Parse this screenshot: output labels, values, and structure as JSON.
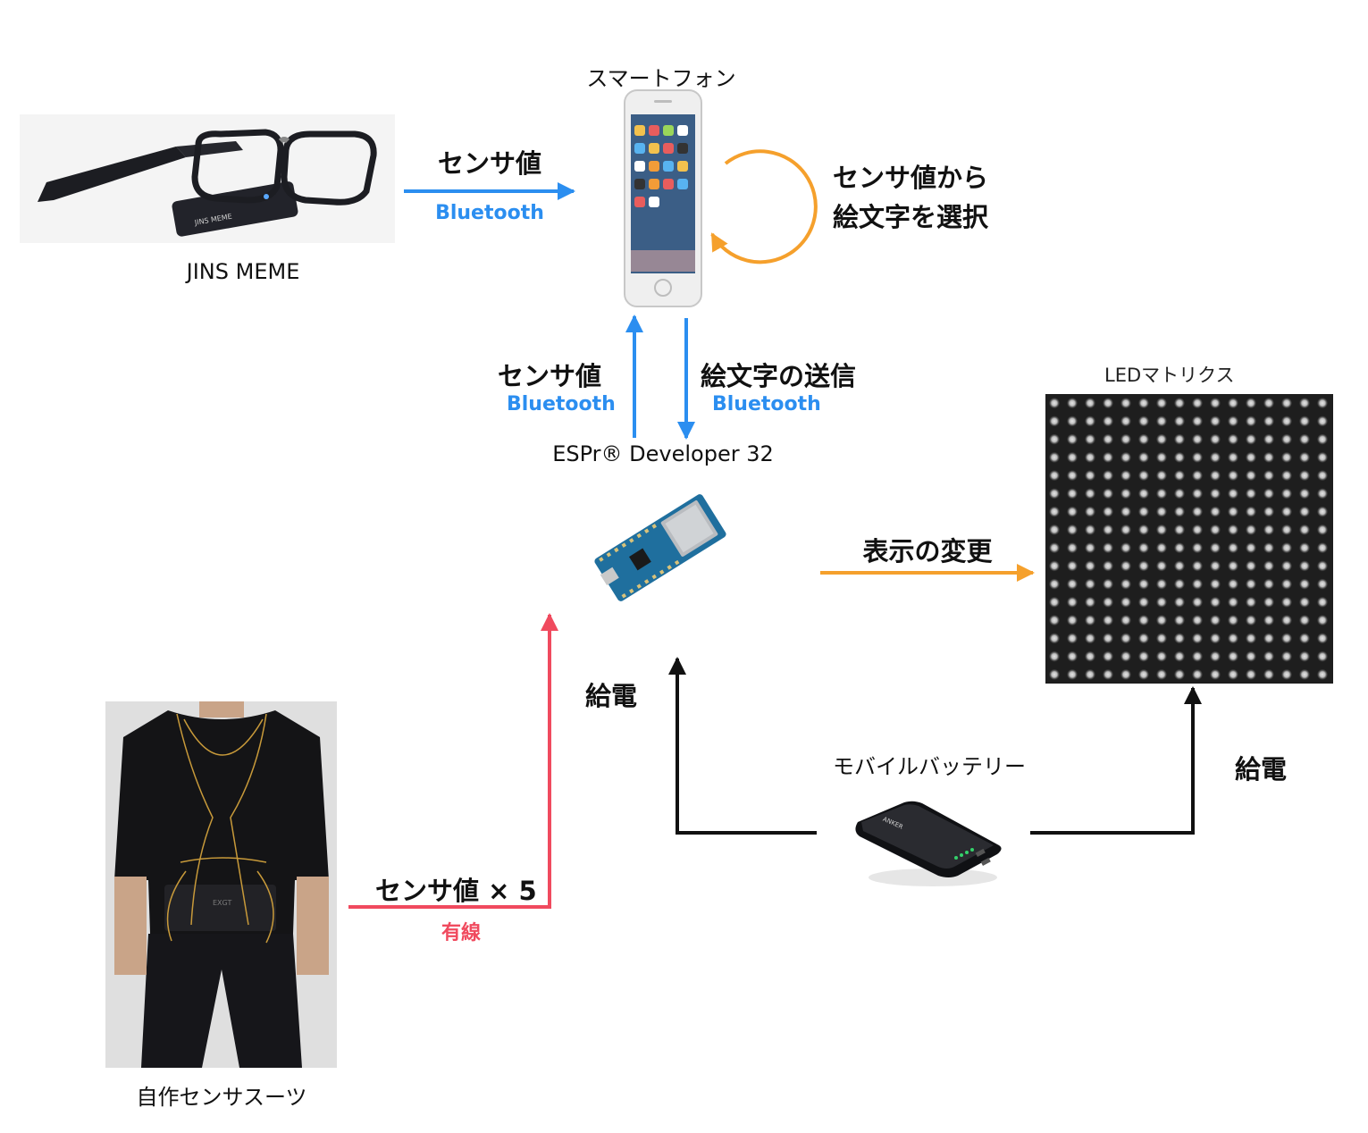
{
  "nodes": {
    "smartphone": "スマートフォン",
    "jins_meme": "JINS MEME",
    "espr": "ESPr® Developer 32",
    "led_matrix": "LEDマトリクス",
    "battery": "モバイルバッテリー",
    "sensor_suit": "自作センサスーツ"
  },
  "edges": {
    "meme_to_phone": {
      "label": "センサ値",
      "protocol": "Bluetooth"
    },
    "phone_loop": {
      "line1": "センサ値から",
      "line2": "絵文字を選択"
    },
    "esp_to_phone": {
      "label": "センサ値",
      "protocol": "Bluetooth"
    },
    "phone_to_esp": {
      "label": "絵文字の送信",
      "protocol": "Bluetooth"
    },
    "esp_to_led": {
      "label": "表示の変更"
    },
    "suit_to_esp": {
      "label": "センサ値 × 5",
      "protocol": "有線"
    },
    "battery_to_esp": {
      "label": "給電"
    },
    "battery_to_led": {
      "label": "給電"
    }
  },
  "device_text": {
    "glasses_brand": "JINS MEME",
    "battery_brand": "ANKER",
    "suit_brand": "EXGT"
  },
  "colors": {
    "bluetooth": "#2b8ef0",
    "process": "#f5a02c",
    "wired": "#f04a5e",
    "power": "#111111"
  },
  "icons": {
    "glasses": "eyeglasses-photo",
    "phone": "smartphone-photo",
    "board": "microcontroller-board-photo",
    "led": "led-matrix-photo",
    "battery": "power-bank-photo",
    "suit": "sensor-suit-photo"
  }
}
